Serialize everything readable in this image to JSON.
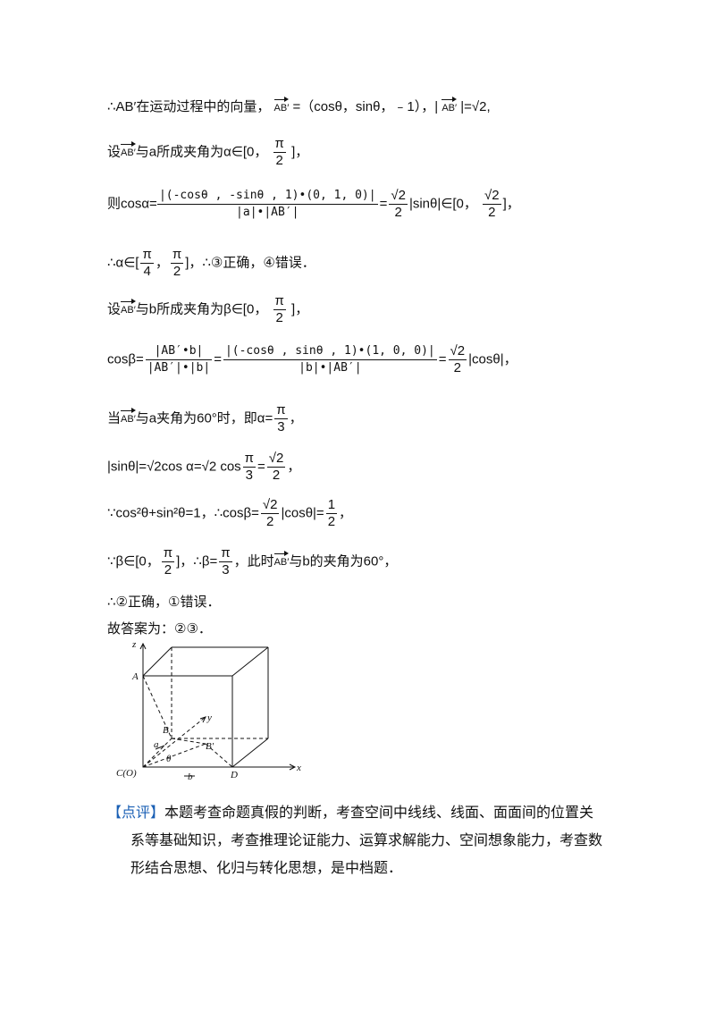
{
  "lines": {
    "l1": "∴AB′在运动过程中的向量，",
    "l1_vec": "AB′",
    "l1_eq": "=（cosθ，sinθ，﹣1），|",
    "l1_vec2": "AB′",
    "l1_end": "|=√2,",
    "l2_pre": "设",
    "l2_vec": "AB′",
    "l2_mid": "与a所成夹角为α∈[0，",
    "l2_num": "π",
    "l2_den": "2",
    "l2_end": "]，",
    "l3_pre": "则cosα=",
    "l3_num": "|(-cosθ , -sinθ , 1)•(0, 1, 0)|",
    "l3_den": "|a|•|AB′|",
    "l3_eq": "=",
    "l3_num2": "√2",
    "l3_den2": "2",
    "l3_mid": "|sinθ|∈[0，",
    "l3_num3": "√2",
    "l3_den3": "2",
    "l3_end": "]，",
    "l4_pre": "∴α∈[",
    "l4_num": "π",
    "l4_den": "4",
    "l4_comma": "，",
    "l4_num2": "π",
    "l4_den2": "2",
    "l4_end": "]，∴③正确，④错误．",
    "l5_pre": "设",
    "l5_vec": "AB′",
    "l5_mid": "与b所成夹角为β∈[0，",
    "l5_num": "π",
    "l5_den": "2",
    "l5_end": "]，",
    "l6_pre": "cosβ=",
    "l6_num": "|AB′•b|",
    "l6_den": "|AB′|•|b|",
    "l6_eq": "=",
    "l6_num2": "|(-cosθ , sinθ , 1)•(1, 0, 0)|",
    "l6_den2": "|b|•|AB′|",
    "l6_eq2": "=",
    "l6_num3": "√2",
    "l6_den3": "2",
    "l6_end": "|cosθ|，",
    "l7_pre": "当",
    "l7_vec": "AB′",
    "l7_mid": "与a夹角为60°时，即α=",
    "l7_num": "π",
    "l7_den": "3",
    "l7_end": "，",
    "l8_pre": "|sinθ|=√2cos α=√2 cos",
    "l8_num": "π",
    "l8_den": "3",
    "l8_eq": "=",
    "l8_num2": "√2",
    "l8_den2": "2",
    "l8_end": "，",
    "l9_pre": "∵cos²θ+sin²θ=1，∴cosβ=",
    "l9_num": "√2",
    "l9_den": "2",
    "l9_mid": "|cosθ|=",
    "l9_num2": "1",
    "l9_den2": "2",
    "l9_end": "，",
    "l10_pre": "∵β∈[0，",
    "l10_num": "π",
    "l10_den": "2",
    "l10_mid": "]，∴β=",
    "l10_num2": "π",
    "l10_den2": "3",
    "l10_mid2": "，此时",
    "l10_vec": "AB′",
    "l10_end": "与b的夹角为60°，",
    "l11": "∴②正确，①错误．",
    "l12": "故答案为：②③．"
  },
  "figure": {
    "z": "z",
    "A": "A",
    "B": "B",
    "Bp": "B′",
    "y": "y",
    "a": "a",
    "b": "b",
    "theta": "θ",
    "CO": "C(O)",
    "D": "D",
    "x": "x"
  },
  "review": {
    "tag": "【点评】",
    "line1": "本题考查命题真假的判断，考查空间中线线、线面、面面间的位置关",
    "line2": "系等基础知识，考查推理论证能力、运算求解能力、空间想象能力，考查数",
    "line3": "形结合思想、化归与转化思想，是中档题．"
  }
}
